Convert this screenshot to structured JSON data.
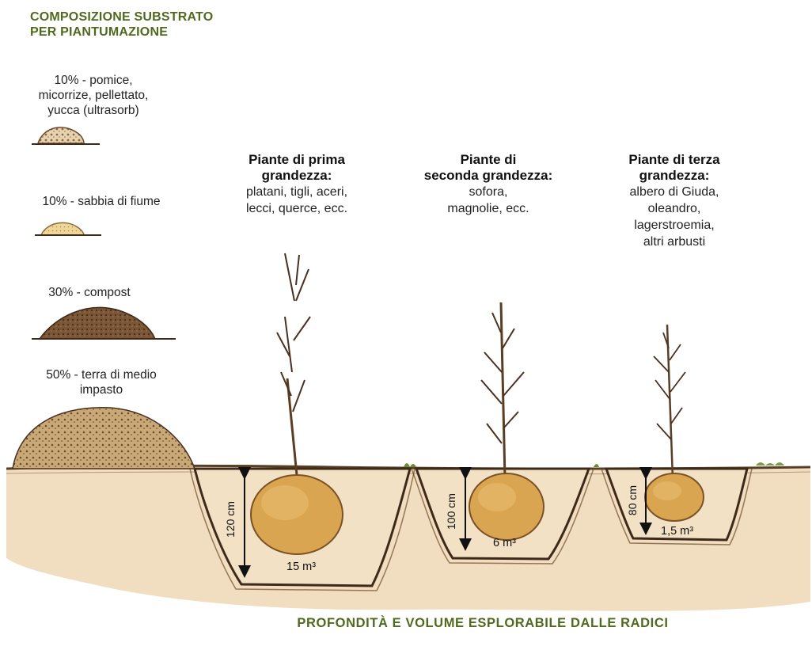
{
  "header": {
    "title_line1": "COMPOSIZIONE SUBSTRATO",
    "title_line2": "PER PIANTUMAZIONE"
  },
  "composition": [
    {
      "lines": [
        "10% - pomice,",
        "micorrize, pellettato,",
        "yucca (ultrasorb)"
      ]
    },
    {
      "lines": [
        "10% - sabbia di fiume"
      ]
    },
    {
      "lines": [
        "30% - compost"
      ]
    },
    {
      "lines": [
        "50% - terra di medio",
        "impasto"
      ]
    }
  ],
  "plants": [
    {
      "title_lines": [
        "Piante di prima",
        "grandezza:"
      ],
      "desc_lines": [
        "platani, tigli, aceri,",
        "lecci, querce, ecc."
      ],
      "depth": "120 cm",
      "volume": "15 m³"
    },
    {
      "title_lines": [
        "Piante di",
        "seconda grandezza:"
      ],
      "desc_lines": [
        "sofora,",
        "magnolie, ecc."
      ],
      "depth": "100 cm",
      "volume": "6 m³"
    },
    {
      "title_lines": [
        "Piante di terza",
        "grandezza:"
      ],
      "desc_lines": [
        "albero di Giuda,",
        "oleandro,",
        "lagerstroemia,",
        "altri arbusti"
      ],
      "depth": "80 cm",
      "volume": "1,5 m³"
    }
  ],
  "footer": {
    "caption": "PROFONDITÀ E VOLUME ESPLORABILE DALLE RADICI"
  },
  "colors": {
    "title_green": "#4f6a1e",
    "soil": "#e9c99c",
    "root_ball": "#d9a550",
    "pile_dark": "#6b4a2c",
    "sand": "#e8cf8e"
  }
}
